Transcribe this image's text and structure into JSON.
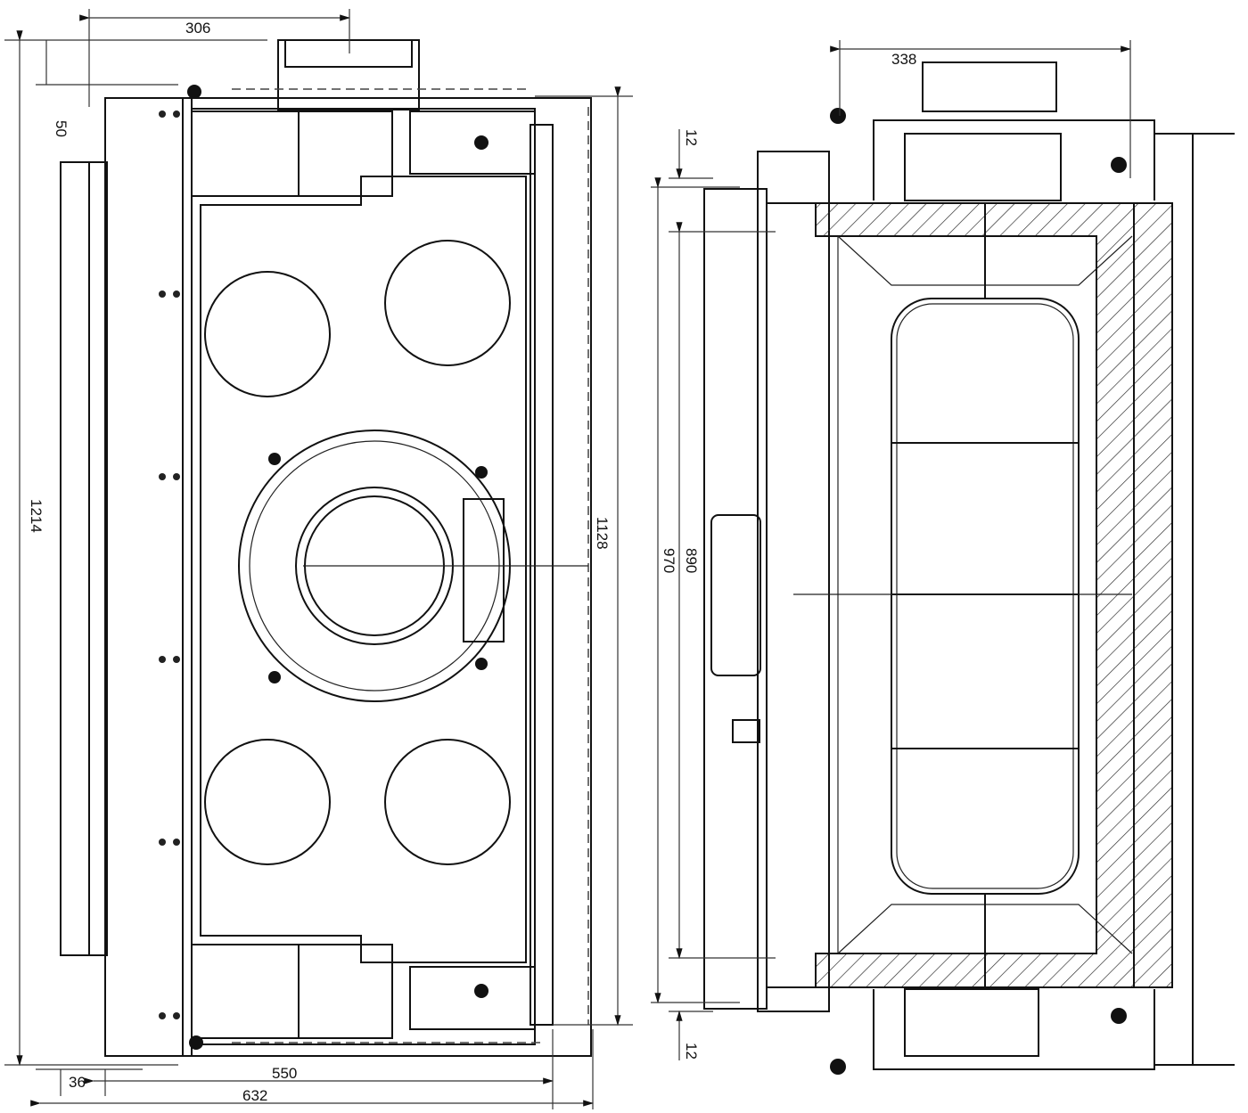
{
  "left_view": {
    "dims": {
      "top_width": "306",
      "top_offset": "50",
      "overall_height": "1214",
      "inner_height": "1128",
      "bottom_offset": "36",
      "inner_width": "550",
      "overall_width": "632"
    }
  },
  "right_view": {
    "dims": {
      "top_width": "338",
      "top_gap": "12",
      "bottom_gap": "12",
      "outer_height": "970",
      "inner_height": "890"
    }
  }
}
